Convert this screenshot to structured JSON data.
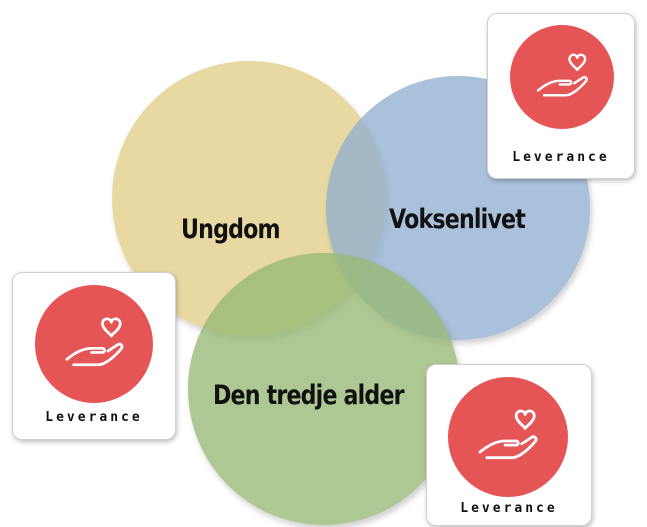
{
  "diagram": {
    "circles": [
      {
        "label": "Ungdom",
        "color": "#e2cd87"
      },
      {
        "label": "Voksenlivet",
        "color": "#91afd0"
      },
      {
        "label": "Den tredje alder",
        "color": "#96b973"
      }
    ],
    "cards": [
      {
        "label": "Leverance",
        "icon": "heart-hand-icon",
        "badge_color": "#e65555"
      },
      {
        "label": "Leverance",
        "icon": "heart-hand-icon",
        "badge_color": "#e65555"
      },
      {
        "label": "Leverance",
        "icon": "heart-hand-icon",
        "badge_color": "#e65555"
      }
    ]
  }
}
